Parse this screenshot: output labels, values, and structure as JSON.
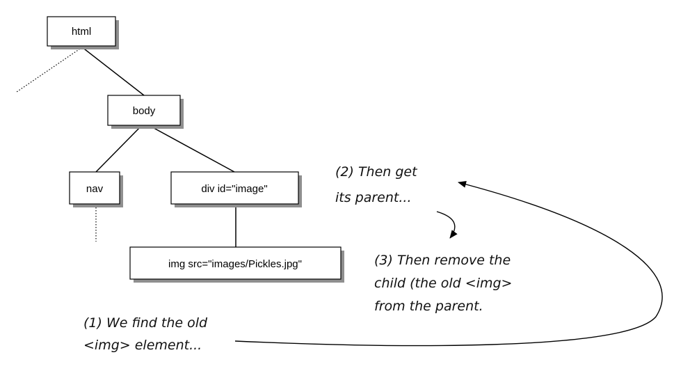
{
  "nodes": {
    "html": "html",
    "body": "body",
    "nav": "nav",
    "div": "div id=\"image\"",
    "img": "img src=\"images/Pickles.jpg\""
  },
  "notes": {
    "step1": [
      "(1) We find the old",
      "<img> element..."
    ],
    "step2": [
      "(2) Then get",
      "its parent..."
    ],
    "step3": [
      "(3) Then remove the",
      "child (the old <img>",
      "from the parent."
    ]
  },
  "colors": {
    "stroke": "#000000",
    "shadow": "#8f8f8f",
    "background": "#ffffff"
  }
}
